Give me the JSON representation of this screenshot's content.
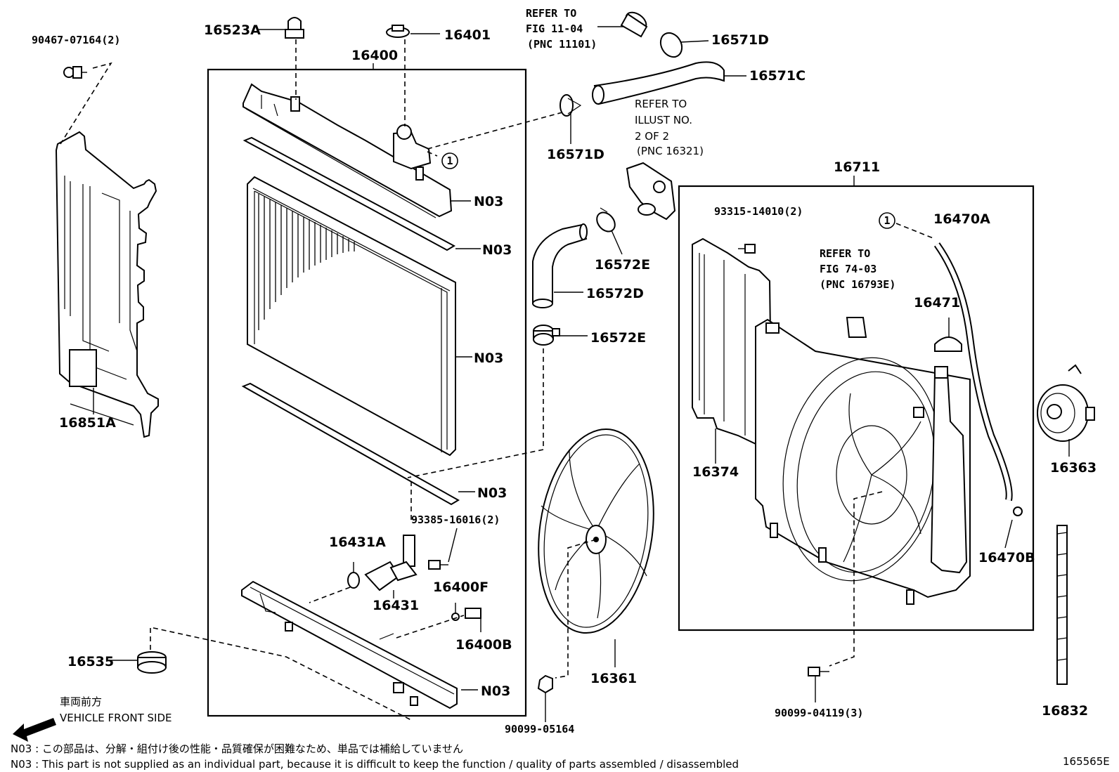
{
  "callouts": {
    "c_90467": "90467-07164(2)",
    "c_16523A": "16523A",
    "c_16401": "16401",
    "c_16400": "16400",
    "c_refer_11_04": [
      "REFER TO",
      "FIG 11-04",
      "(PNC 11101)"
    ],
    "c_16571D_top": "16571D",
    "c_16571C": "16571C",
    "c_16571D_mid": "16571D",
    "c_refer_illust": [
      "REFER TO",
      "ILLUST NO.",
      "2 OF 2",
      "(PNC 16321)"
    ],
    "c_N03_1": "N03",
    "c_N03_2": "N03",
    "c_N03_3": "N03",
    "c_N03_4": "N03",
    "c_N03_5": "N03",
    "c_16572E_top": "16572E",
    "c_16572D": "16572D",
    "c_16572E_bot": "16572E",
    "c_16711": "16711",
    "c_93315": "93315-14010(2)",
    "c_16470A": "16470A",
    "c_refer_74_03": [
      "REFER TO",
      "FIG 74-03",
      "(PNC 16793E)"
    ],
    "c_16471": "16471",
    "c_16374": "16374",
    "c_16363": "16363",
    "c_16470B": "16470B",
    "c_16851A": "16851A",
    "c_93385": "93385-16016(2)",
    "c_16431A": "16431A",
    "c_16431": "16431",
    "c_16400F": "16400F",
    "c_16400B": "16400B",
    "c_16535": "16535",
    "c_16361": "16361",
    "c_16832": "16832",
    "c_90099_05164": "90099-05164",
    "c_90099_04119": "90099-04119(3)",
    "c_circle_1a": "1",
    "c_circle_1b": "1"
  },
  "front": {
    "ja": "車両前方",
    "en": "VEHICLE FRONT SIDE"
  },
  "notes": {
    "ja": "N03 : この部品は、分解・組付け後の性能・品質確保が困難なため、単品では補給していません",
    "en": "N03 : This part is not supplied as an individual part, because it is difficult to keep the function / quality of parts assembled / disassembled"
  },
  "figure_id": "165565E"
}
